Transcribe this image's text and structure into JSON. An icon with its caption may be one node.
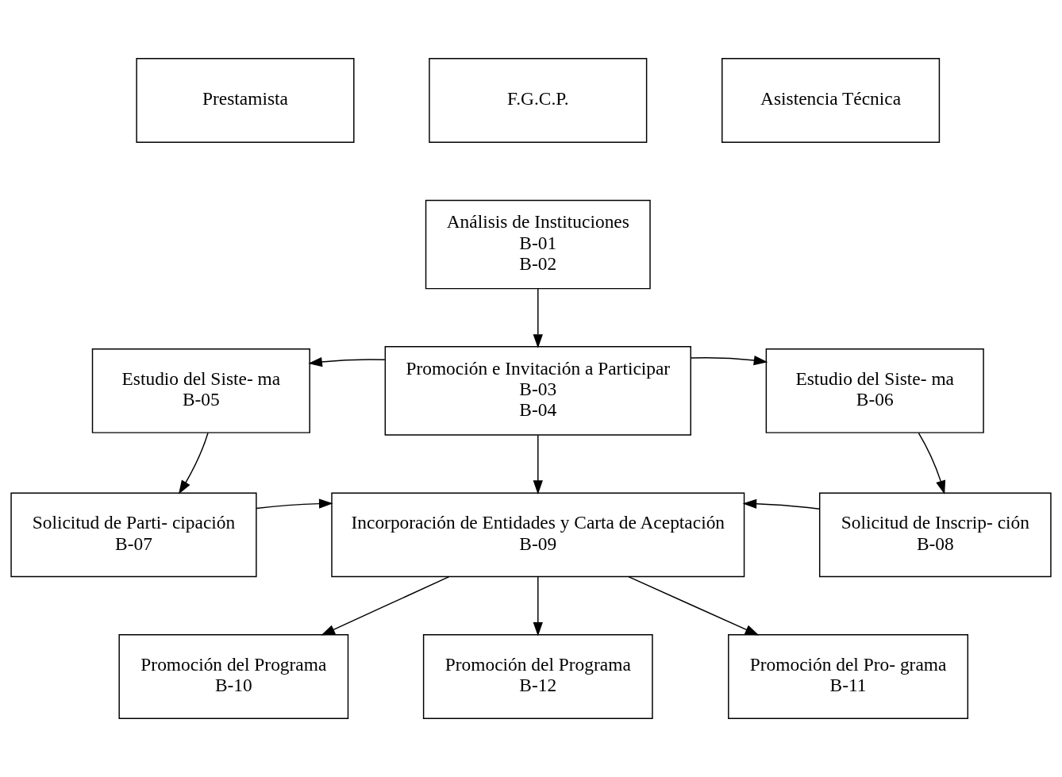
{
  "diagram": {
    "nodes": [
      {
        "text": [
          "Prestamista"
        ]
      },
      {
        "text": [
          "F.G.C.P."
        ]
      },
      {
        "text": [
          "Asistencia Técnica"
        ]
      },
      {
        "text": [
          "Análisis de Instituciones",
          "B-01",
          "B-02"
        ]
      },
      {
        "text": [
          "Estudio del Siste- ma",
          "B-05"
        ]
      },
      {
        "text": [
          "Promoción e Invitación a Participar",
          "B-03",
          "B-04"
        ]
      },
      {
        "text": [
          "Estudio del Siste- ma",
          "B-06"
        ]
      },
      {
        "text": [
          "Solicitud de Parti- cipación",
          "B-07"
        ]
      },
      {
        "text": [
          "Incorporación de Entidades y Carta de Aceptación",
          "B-09"
        ]
      },
      {
        "text": [
          "Solicitud de Inscrip- ción",
          "B-08"
        ]
      },
      {
        "text": [
          "Promoción del Programa",
          "B-10"
        ]
      },
      {
        "text": [
          "Promoción del Programa",
          "B-12"
        ]
      },
      {
        "text": [
          "Promoción del Pro- grama",
          "B-11"
        ]
      }
    ],
    "edges": [
      {
        "from": 3,
        "to": 5,
        "arrow": "to"
      },
      {
        "from": 5,
        "to": 4,
        "arrow": "to"
      },
      {
        "from": 5,
        "to": 6,
        "arrow": "to"
      },
      {
        "from": 4,
        "to": 7,
        "arrow": "to"
      },
      {
        "from": 6,
        "to": 9,
        "arrow": "to"
      },
      {
        "from": 5,
        "to": 8,
        "arrow": "to"
      },
      {
        "from": 7,
        "to": 8,
        "arrow": "to"
      },
      {
        "from": 9,
        "to": 8,
        "arrow": "to"
      },
      {
        "from": 8,
        "to": 10,
        "arrow": "to"
      },
      {
        "from": 8,
        "to": 11,
        "arrow": "to"
      },
      {
        "from": 8,
        "to": 12,
        "arrow": "to"
      }
    ]
  }
}
